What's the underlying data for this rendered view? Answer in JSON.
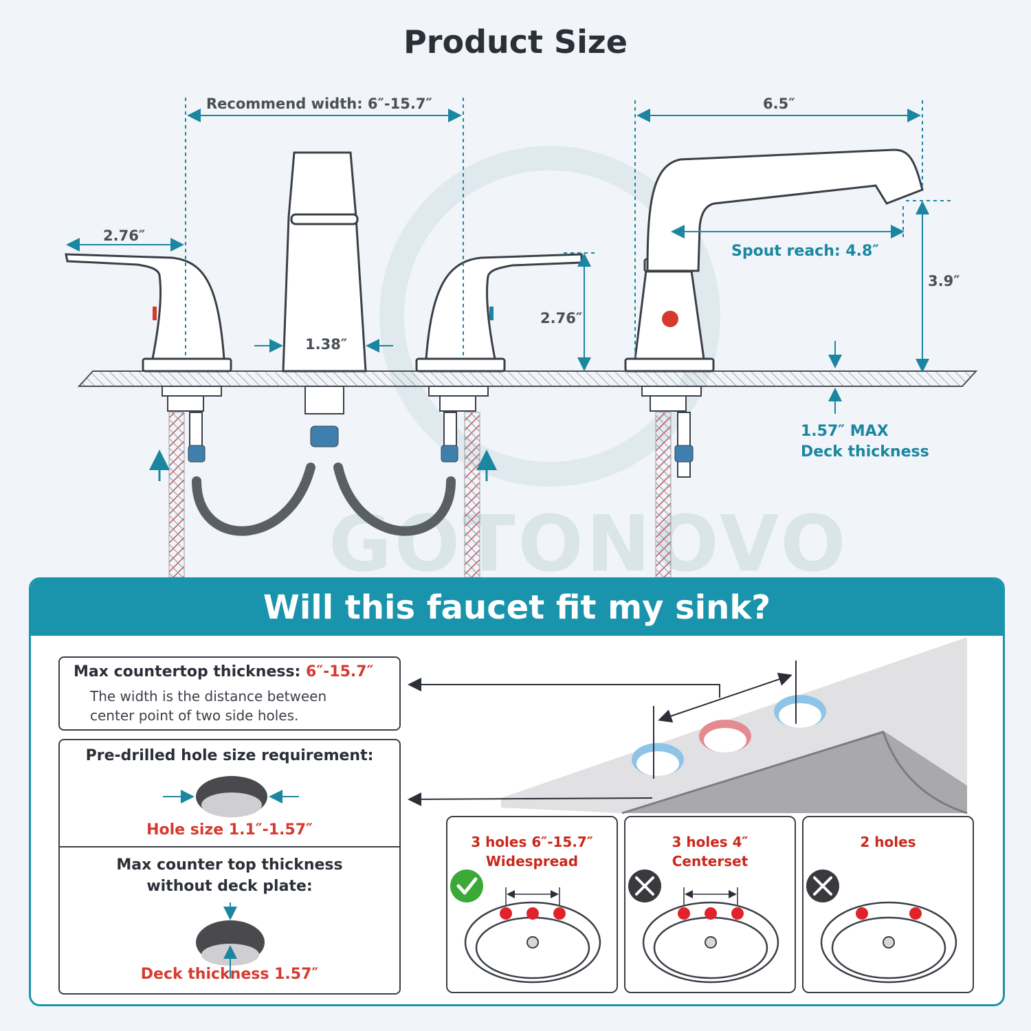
{
  "header": {
    "title": "Product Size"
  },
  "dimensions": {
    "recommend_width": "Recommend width: 6″-15.7″",
    "spout_width": "6.5″",
    "handle_left_length": "2.76″",
    "spout_base_width": "1.38″",
    "handle_height": "2.76″",
    "spout_reach": "Spout reach: 4.8″",
    "spout_height": "3.9″",
    "deck_thickness_line1": "1.57″ MAX",
    "deck_thickness_line2": "Deck thickness"
  },
  "watermark": "GOTONOVO",
  "fit_section": {
    "banner": "Will this faucet fit my sink?",
    "countertop": {
      "label": "Max countertop thickness: ",
      "value": "6″-15.7″",
      "desc_line1": "The width is the distance between",
      "desc_line2": "center point of two side holes."
    },
    "hole_size": {
      "heading": "Pre-drilled hole size requirement:",
      "value": "Hole size 1.1″-1.57″"
    },
    "deck_plate": {
      "heading_line1": "Max counter top thickness",
      "heading_line2": "without deck plate:",
      "value": "Deck thickness 1.57″"
    },
    "options": [
      {
        "line1": "3 holes 6″-15.7″",
        "line2": "Widespread",
        "status": "check",
        "holes": 3
      },
      {
        "line1": "3 holes 4″",
        "line2": "Centerset",
        "status": "cross",
        "holes": 3
      },
      {
        "line1": "2 holes",
        "line2": "",
        "status": "cross",
        "holes": 2
      }
    ]
  },
  "colors": {
    "teal": "#1a93ad",
    "red": "#d63a2e",
    "dark": "#2b2f38",
    "check_green": "#3aa935",
    "hole_blue": "#8ec4e6",
    "hole_red": "#e48b92"
  }
}
